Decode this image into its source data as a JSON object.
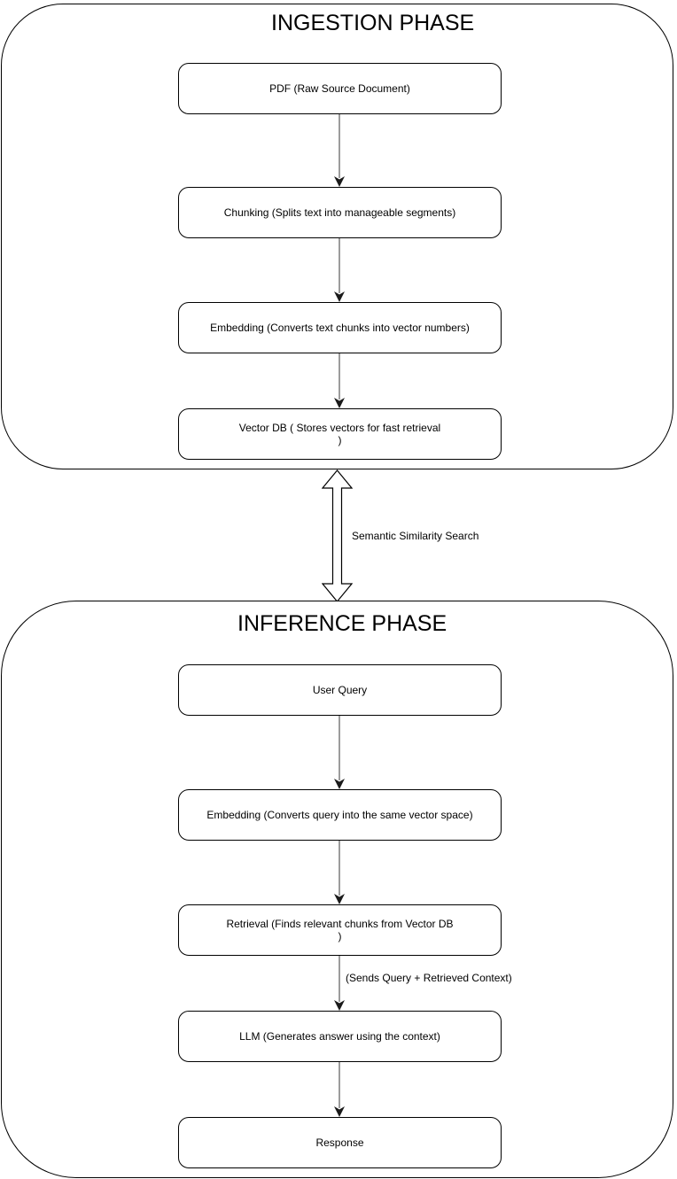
{
  "diagram": {
    "ingestion": {
      "title": "INGESTION PHASE",
      "boxes": [
        {
          "name": "pdf",
          "label": "PDF (Raw Source Document)"
        },
        {
          "name": "chunking",
          "label": "Chunking (Splits text into manageable segments)"
        },
        {
          "name": "embedding",
          "label": "Embedding (Converts text chunks into vector numbers)"
        },
        {
          "name": "vector-db",
          "label": "Vector DB ( Stores vectors for fast retrieval\n)"
        }
      ]
    },
    "bridge": {
      "label": "Semantic Similarity Search"
    },
    "inference": {
      "title": "INFERENCE PHASE",
      "boxes": [
        {
          "name": "user-query",
          "label": "User Query"
        },
        {
          "name": "embedding-query",
          "label": "Embedding (Converts query into the same vector space)"
        },
        {
          "name": "retrieval",
          "label": "Retrieval (Finds relevant chunks from Vector DB\n)"
        },
        {
          "name": "llm",
          "label": "LLM (Generates answer using the context)"
        },
        {
          "name": "response",
          "label": "Response"
        }
      ],
      "edge_label": "(Sends Query + Retrieved Context)"
    },
    "colors": {
      "box_border": "#000000",
      "container_border": "#000000",
      "arrow_line": "#666666",
      "arrow_head": "#1a1a1a",
      "background": "#ffffff",
      "text": "#000000"
    }
  }
}
